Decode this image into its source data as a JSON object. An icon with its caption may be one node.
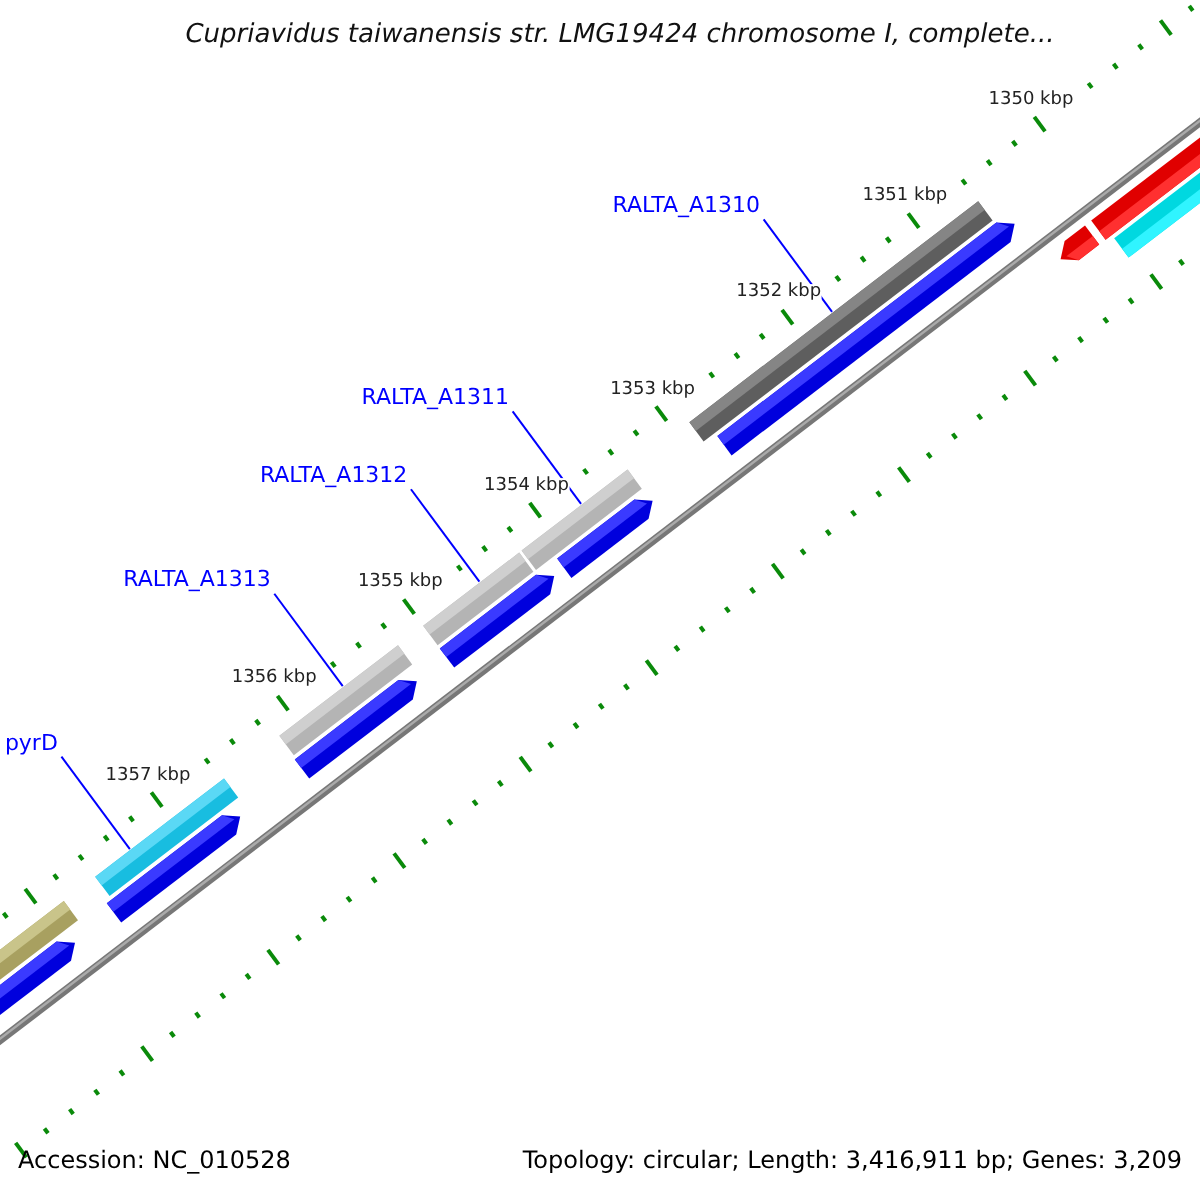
{
  "diagram": {
    "title": "Cupriavidus taiwanensis str. LMG19424 chromosome I, complete...",
    "nodes": [
      {
        "text": [
          "RALTA_A1310"
        ]
      },
      {
        "text": [],
        "shape": "bar"
      },
      {
        "text": [
          "RALTA_A1311"
        ]
      },
      {
        "text": [],
        "shape": "bar"
      },
      {
        "text": [
          "RALTA_A1312"
        ]
      },
      {
        "text": [],
        "shape": "bar"
      },
      {
        "text": [
          "RALTA_A1313"
        ]
      },
      {
        "text": [],
        "shape": "bar"
      },
      {
        "text": [
          "pyrD"
        ]
      },
      {
        "text": [],
        "shape": "bar"
      }
    ],
    "edges": [
      {
        "from": 0,
        "to": 1,
        "arrow": "none"
      },
      {
        "from": 2,
        "to": 3,
        "arrow": "none"
      },
      {
        "from": 4,
        "to": 5,
        "arrow": "none"
      },
      {
        "from": 6,
        "to": 7,
        "arrow": "none"
      },
      {
        "from": 8,
        "to": 9,
        "arrow": "none"
      }
    ],
    "labels": [
      "1350 kbp",
      "1351 kbp",
      "1352 kbp",
      "1353 kbp",
      "1354 kbp",
      "1355 kbp",
      "1356 kbp",
      "1357 kbp",
      "Accession: NC_010528",
      "Topology: circular; Length: 3,416,911 bp; Genes: 3,209"
    ]
  }
}
